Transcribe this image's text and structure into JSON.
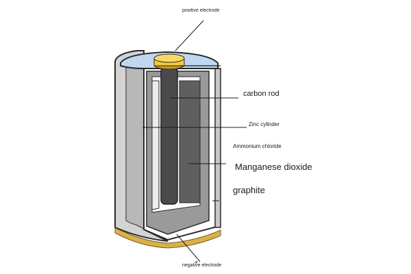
{
  "labels": {
    "positive_electrode": "positive electrode",
    "carbon_rod": "carbon rod",
    "zinc_cylinder": "Zinc cylinder",
    "ammonium_chloride": "Ammonium chloride",
    "manganese_dioxide": "Manganese dioxide",
    "graphite": "graphite",
    "negative_electrode": "negative electrode"
  },
  "colors": {
    "outer_shell": "#d0d0d0",
    "inner_wall": "#a8a8a8",
    "dark_fill": "#5f5f5f",
    "carbon_rod": "#4a4a4a",
    "cap": "#f5c842",
    "top_surface": "#bfd8f2",
    "base_rim": "#d9b04a"
  }
}
